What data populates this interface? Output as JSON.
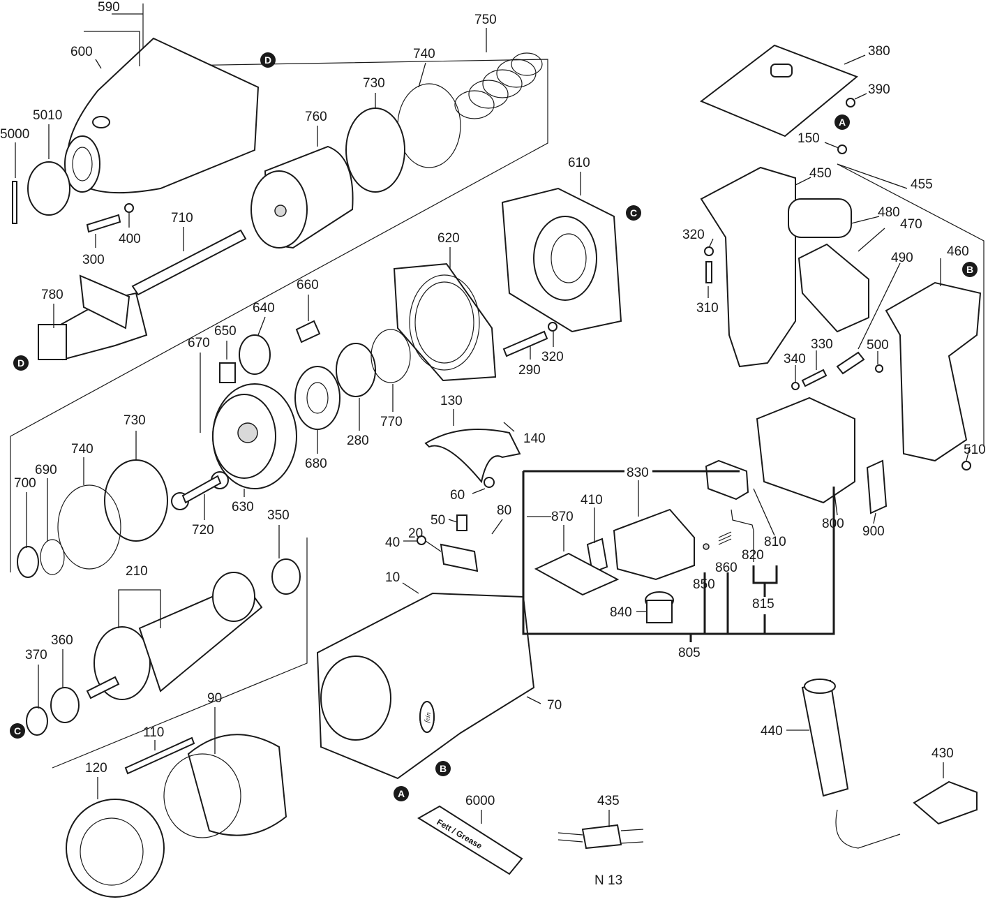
{
  "diagram": {
    "model": "N 13",
    "grease_text": "Fett / Grease",
    "brand_mark": "fein",
    "part_numbers": {
      "p590": "590",
      "p600": "600",
      "p750": "750",
      "p740a": "740",
      "p730a": "730",
      "p760": "760",
      "p5010": "5010",
      "p5000": "5000",
      "p300": "300",
      "p400": "400",
      "p710": "710",
      "p780": "780",
      "p610": "610",
      "p620": "620",
      "p660": "660",
      "p640": "640",
      "p650": "650",
      "p670": "670",
      "p290": "290",
      "p320a": "320",
      "p280": "280",
      "p770": "770",
      "p680": "680",
      "p730b": "730",
      "p740b": "740",
      "p690": "690",
      "p700": "700",
      "p630": "630",
      "p720": "720",
      "p350": "350",
      "p210": "210",
      "p360": "360",
      "p370": "370",
      "p90": "90",
      "p110": "110",
      "p120": "120",
      "p130": "130",
      "p140": "140",
      "p60": "60",
      "p50": "50",
      "p80": "80",
      "p40": "40",
      "p20": "20",
      "p10": "10",
      "p70": "70",
      "p6000": "6000",
      "p435": "435",
      "p380": "380",
      "p390": "390",
      "p150": "150",
      "p450": "450",
      "p455": "455",
      "p320b": "320",
      "p480": "480",
      "p470": "470",
      "p490": "490",
      "p460": "460",
      "p310": "310",
      "p330": "330",
      "p500": "500",
      "p340": "340",
      "p510": "510",
      "p830": "830",
      "p410": "410",
      "p870": "870",
      "p810": "810",
      "p820": "820",
      "p800": "800",
      "p900": "900",
      "p850": "850",
      "p860": "860",
      "p815": "815",
      "p840": "840",
      "p805": "805",
      "p440": "440",
      "p430": "430"
    },
    "markers": {
      "a": "A",
      "b": "B",
      "c": "C",
      "d": "D"
    }
  }
}
